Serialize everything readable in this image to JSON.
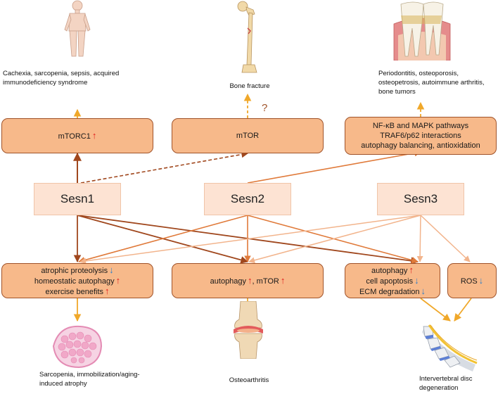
{
  "outcomes_top": {
    "cachexia": "Cachexia, sarcopenia, sepsis, acquired immunodeficiency syndrome",
    "fracture": "Bone fracture",
    "periodontitis": "Periodontitis, osteoporosis, osteopetrosis, autoimmune arthritis, bone tumors"
  },
  "question_mark": "?",
  "mech_top": {
    "mtorc1": "mTORC1",
    "mtor": "mTOR",
    "nfkb": [
      "NF-κB and MAPK pathways",
      "TRAF6/p62 interactions",
      "autophagy balancing, antioxidation"
    ]
  },
  "sesn": [
    "Sesn1",
    "Sesn2",
    "Sesn3"
  ],
  "mech_bottom": {
    "box1": [
      "atrophic proteolysis",
      "homeostatic autophagy",
      "exercise benefits"
    ],
    "box2_a": "autophagy",
    "box2_b": ", mTOR",
    "box3": [
      "autophagy",
      "cell apoptosis",
      "ECM degradation"
    ],
    "box4": "ROS"
  },
  "arrows": {
    "up": "↑",
    "down": "↓"
  },
  "outcomes_bottom": {
    "sarcopenia": "Sarcopenia, immobilization/aging-induced atrophy",
    "oa": "Osteoarthritis",
    "ivd": "Intervertebral disc degeneration"
  },
  "colors": {
    "box_fill": "#f7b98a",
    "box_border": "#a0532a",
    "sesn_fill": "#fde3d3",
    "dark_link": "#a0471d",
    "mid_link": "#e07a3a",
    "light_link": "#f2b48c",
    "outcome_arrow": "#f0a82a"
  },
  "icons": [
    "human-body-icon",
    "femur-bone-icon",
    "tooth-periodontium-icon",
    "muscle-section-icon",
    "knee-joint-icon",
    "spine-disc-icon"
  ]
}
